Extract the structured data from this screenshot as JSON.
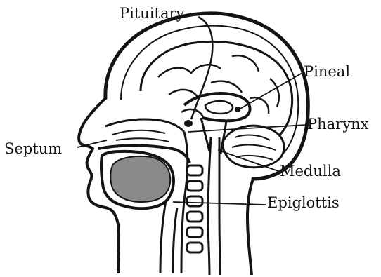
{
  "diagram": {
    "labels": {
      "pituitary": "Pituitary",
      "pineal": "Pineal",
      "pharynx": "Pharynx",
      "septum": "Septum",
      "medulla": "Medulla",
      "epiglottis": "Epiglottis"
    }
  },
  "style": {
    "ink": "#141414",
    "tongue_fill": "#8a8a8a",
    "background": "#ffffff"
  }
}
